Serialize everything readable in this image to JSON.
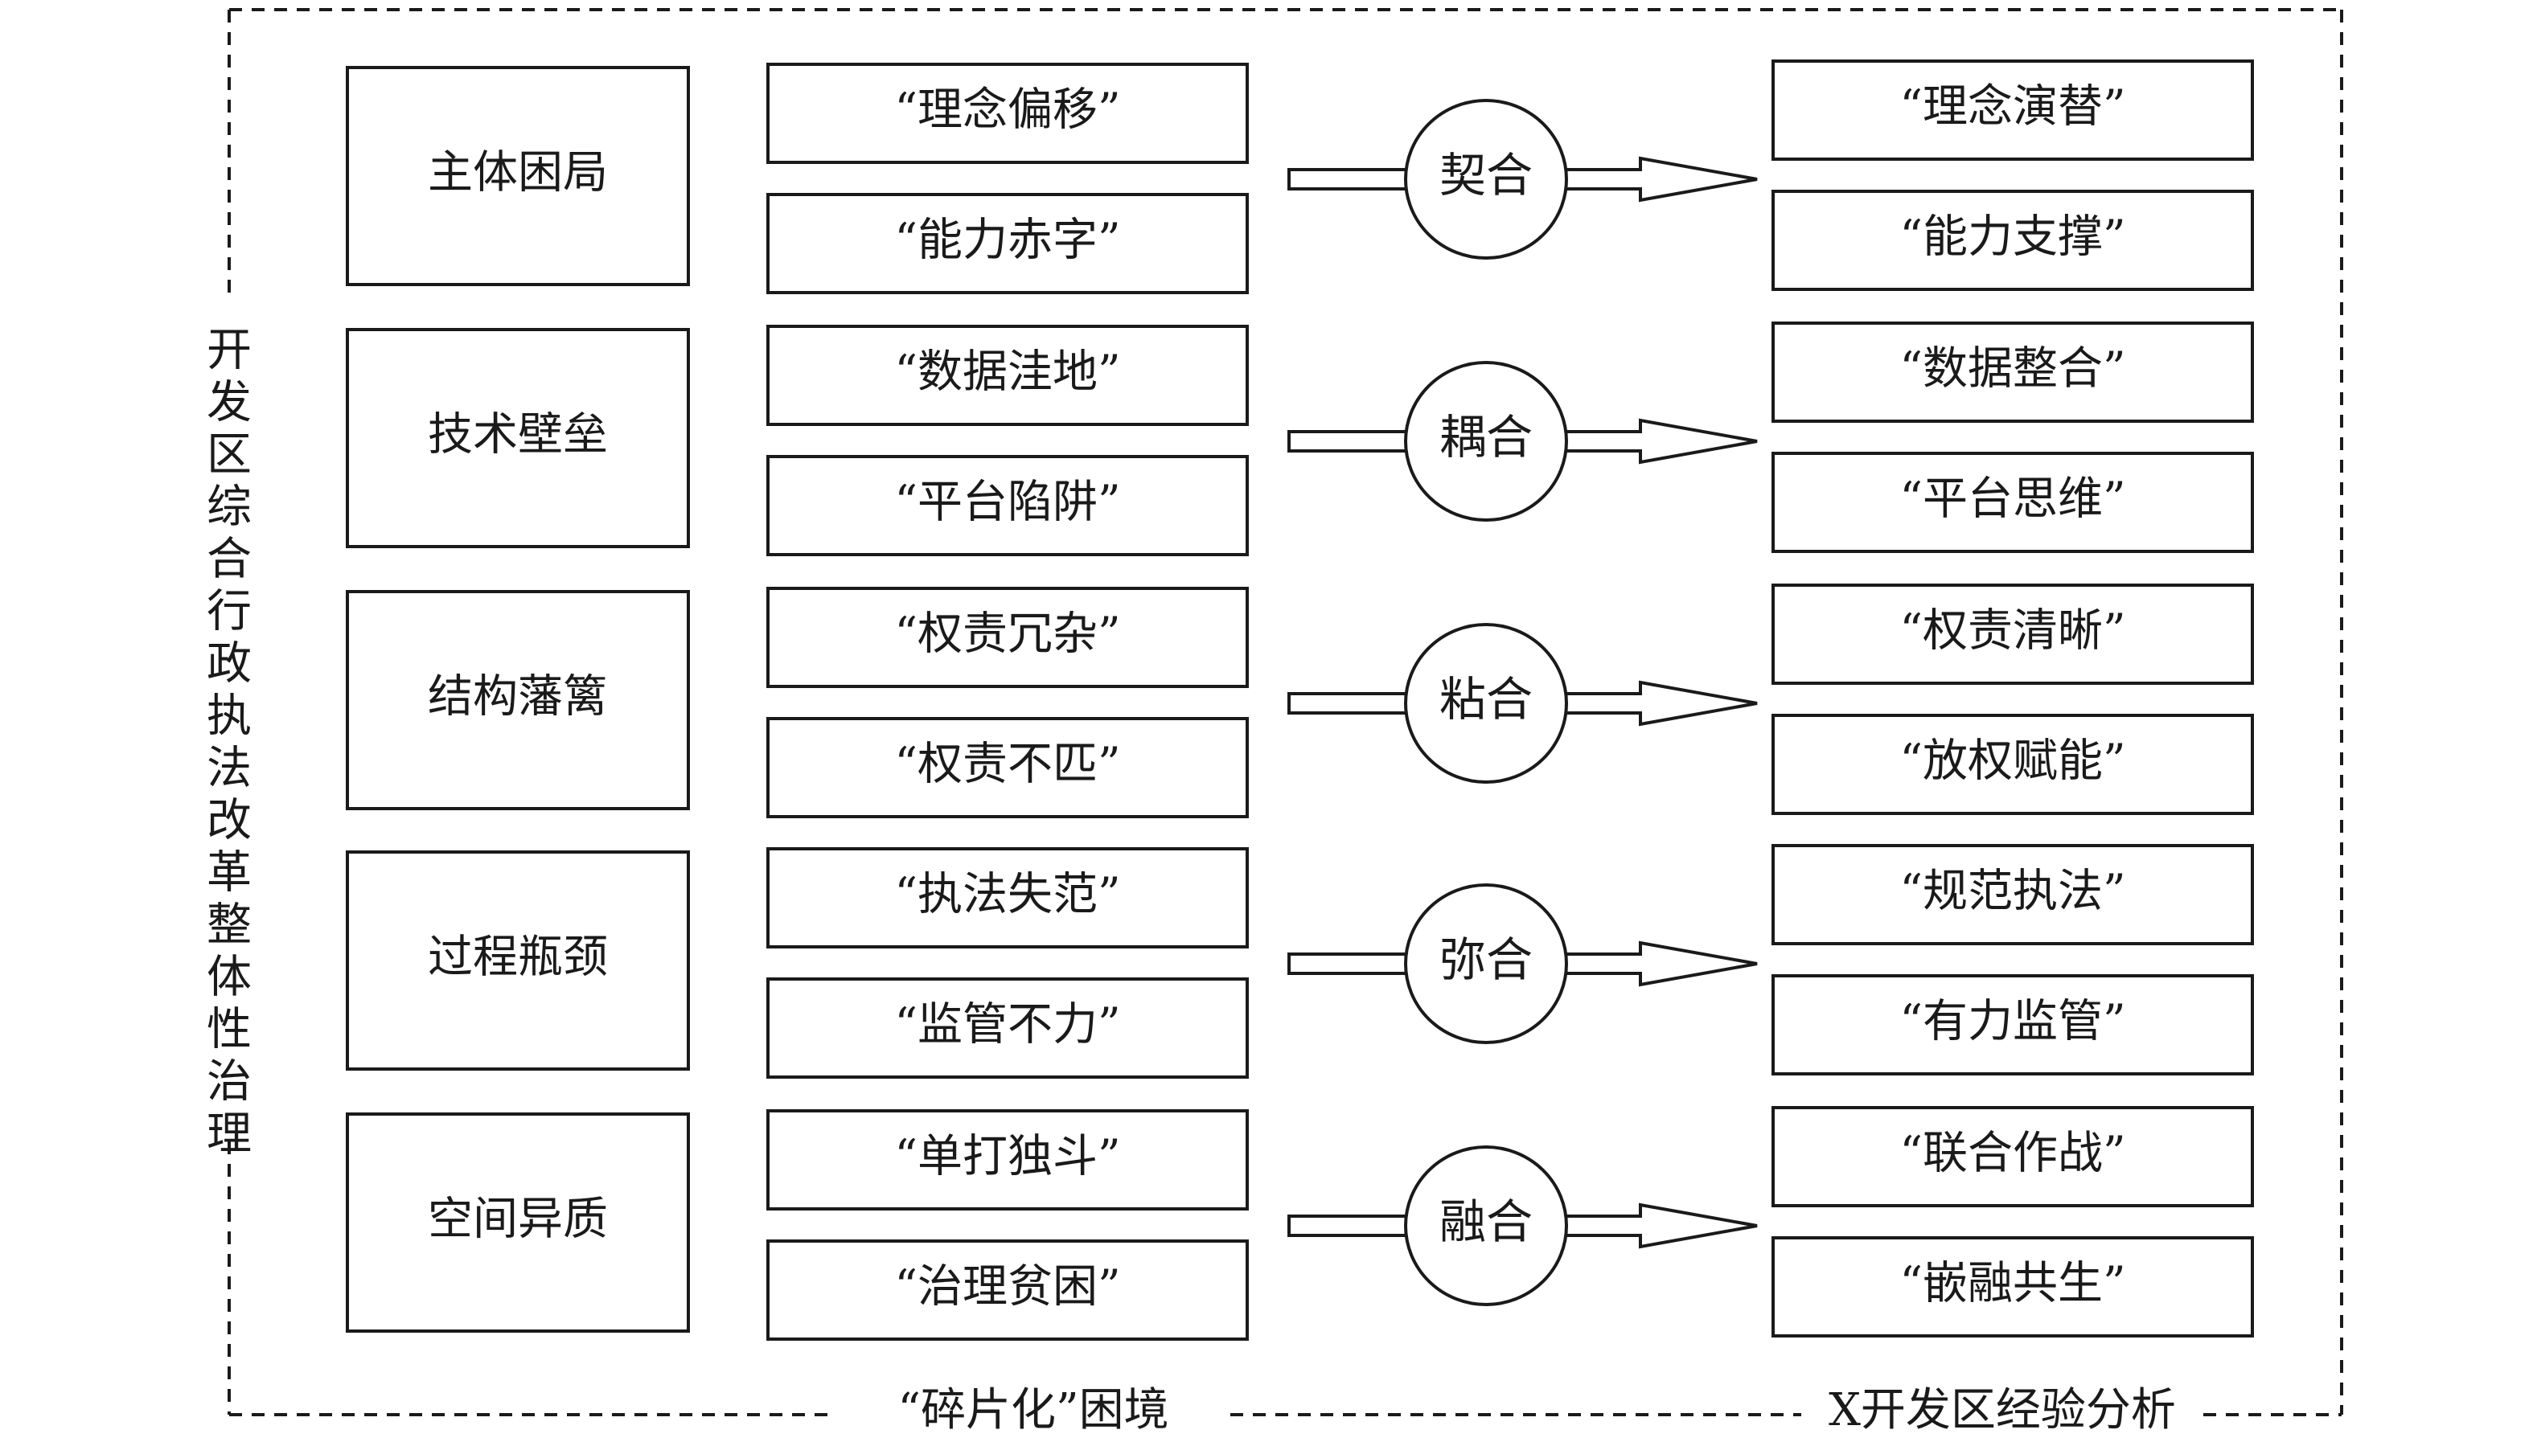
{
  "side_label": [
    "开",
    "发",
    "区",
    "综",
    "合",
    "行",
    "政",
    "执",
    "法",
    "改",
    "革",
    "整",
    "体",
    "性",
    "治",
    "理"
  ],
  "captions": {
    "left": "“碎片化”困境",
    "right": "X开发区经验分析"
  },
  "rows": [
    {
      "category": "主体困局",
      "problems": [
        "“理念偏移”",
        "“能力赤字”"
      ],
      "mechanism": "契合",
      "solutions": [
        "“理念演替”",
        "“能力支撑”"
      ]
    },
    {
      "category": "技术壁垒",
      "problems": [
        "“数据洼地”",
        "“平台陷阱”"
      ],
      "mechanism": "耦合",
      "solutions": [
        "“数据整合”",
        "“平台思维”"
      ]
    },
    {
      "category": "结构藩篱",
      "problems": [
        "“权责冗杂”",
        "“权责不匹”"
      ],
      "mechanism": "粘合",
      "solutions": [
        "“权责清晰”",
        "“放权赋能”"
      ]
    },
    {
      "category": "过程瓶颈",
      "problems": [
        "“执法失范”",
        "“监管不力”"
      ],
      "mechanism": "弥合",
      "solutions": [
        "“规范执法”",
        "“有力监管”"
      ]
    },
    {
      "category": "空间异质",
      "problems": [
        "“单打独斗”",
        "“治理贫困”"
      ],
      "mechanism": "融合",
      "solutions": [
        "“联合作战”",
        "“嵌融共生”"
      ]
    }
  ]
}
